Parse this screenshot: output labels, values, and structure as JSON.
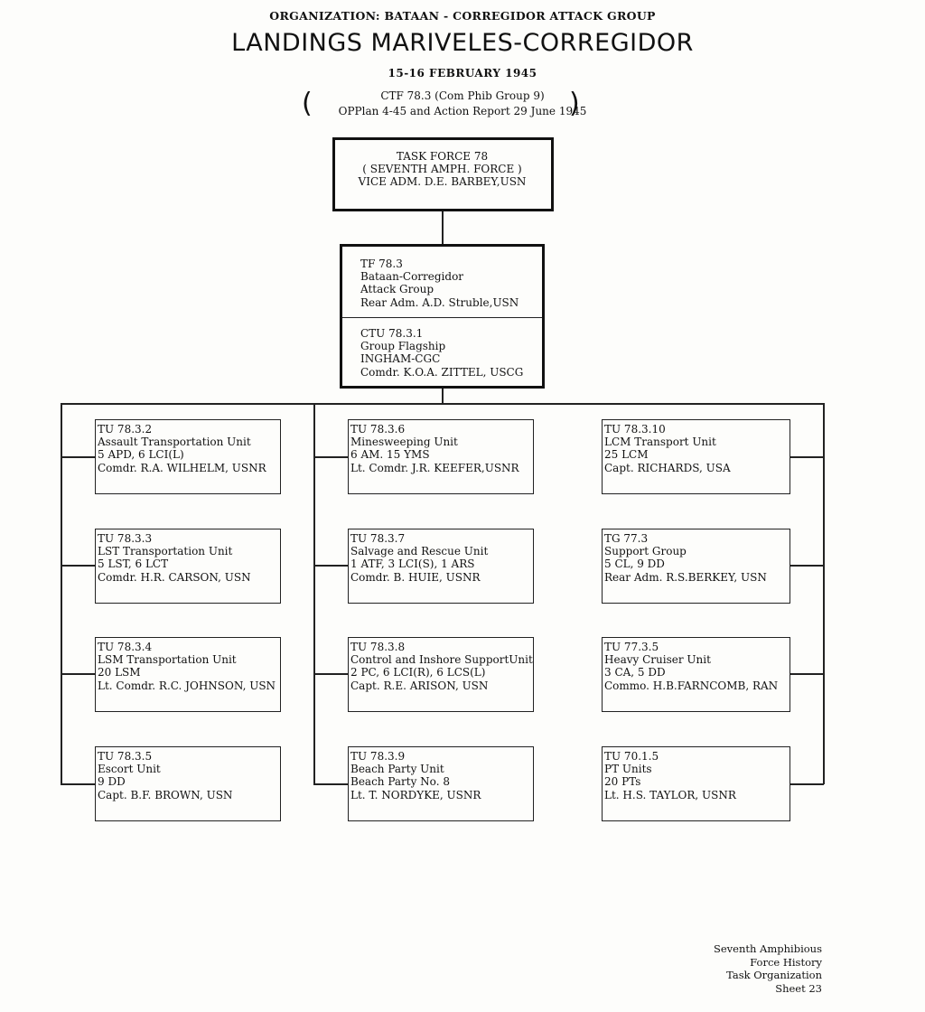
{
  "header": {
    "organization": "ORGANIZATION:  BATAAN  -  CORREGIDOR  ATTACK GROUP",
    "title": "LANDINGS  MARIVELES-CORREGIDOR",
    "date": "15-16 FEBRUARY  1945",
    "reference_line1": "CTF 78.3 (Com Phib Group 9)",
    "reference_line2": "OPPlan 4-45 and Action Report 29 June 1945"
  },
  "top_command": {
    "lines": [
      "TASK FORCE 78",
      "( SEVENTH  AMPH.  FORCE )",
      "VICE ADM.  D.E. BARBEY,USN"
    ]
  },
  "group_command": {
    "lines": [
      "TF 78.3",
      "Bataan-Corregidor",
      "Attack Group",
      "Rear Adm. A.D. Struble,USN"
    ],
    "flagship_lines": [
      "CTU 78.3.1",
      "Group Flagship",
      "INGHAM-CGC",
      "Comdr. K.O.A. ZITTEL, USCG"
    ]
  },
  "units": [
    [
      "TU 78.3.2",
      "Assault Transportation Unit",
      "5 APD, 6 LCI(L)",
      "Comdr. R.A. WILHELM, USNR"
    ],
    [
      "TU 78.3.3",
      "LST Transportation Unit",
      "5 LST, 6 LCT",
      "Comdr. H.R. CARSON, USN"
    ],
    [
      "TU 78.3.4",
      "LSM Transportation Unit",
      "20 LSM",
      "Lt. Comdr. R.C. JOHNSON, USN"
    ],
    [
      "TU 78.3.5",
      "Escort Unit",
      "9 DD",
      "Capt. B.F. BROWN, USN"
    ],
    [
      "TU 78.3.6",
      "Minesweeping Unit",
      "6 AM. 15 YMS",
      "Lt. Comdr. J.R. KEEFER,USNR"
    ],
    [
      "TU 78.3.7",
      "Salvage and Rescue Unit",
      "1 ATF, 3 LCI(S), 1 ARS",
      "Comdr. B. HUIE, USNR"
    ],
    [
      "TU 78.3.8",
      "Control and Inshore SupportUnit",
      "2 PC, 6 LCI(R), 6 LCS(L)",
      "Capt. R.E. ARISON, USN"
    ],
    [
      "TU 78.3.9",
      "Beach Party Unit",
      "Beach Party No. 8",
      "Lt. T. NORDYKE, USNR"
    ],
    [
      "TU 78.3.10",
      "LCM Transport Unit",
      "25 LCM",
      "Capt. RICHARDS, USA"
    ],
    [
      "TG 77.3",
      "Support Group",
      "5 CL, 9 DD",
      "Rear Adm. R.S.BERKEY, USN"
    ],
    [
      "TU 77.3.5",
      "Heavy Cruiser Unit",
      "3 CA, 5 DD",
      "Commo. H.B.FARNCOMB, RAN"
    ],
    [
      "TU 70.1.5",
      "PT Units",
      "20 PTs",
      "Lt. H.S. TAYLOR, USNR"
    ]
  ],
  "footer": {
    "lines": [
      "Seventh Amphibious",
      "Force History",
      "Task Organization",
      "Sheet 23"
    ]
  }
}
